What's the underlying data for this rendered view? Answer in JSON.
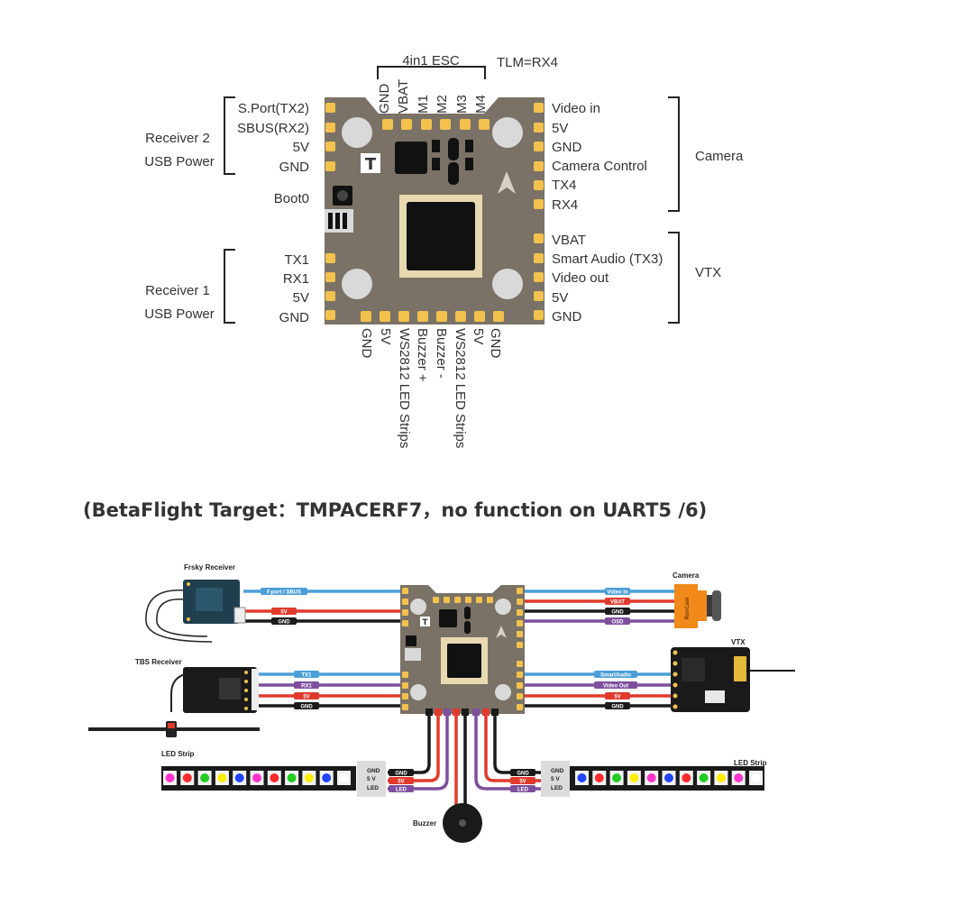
{
  "top_diagram": {
    "esc_group": "4in1 ESC",
    "tlm": "TLM=RX4",
    "top_pins": [
      "GND",
      "VBAT",
      "M1",
      "M2",
      "M3",
      "M4"
    ],
    "left_pins": [
      "S.Port(TX2)",
      "SBUS(RX2)",
      "5V",
      "GND",
      "Boot0",
      "TX1",
      "RX1",
      "5V",
      "GND"
    ],
    "receiver2": [
      "Receiver 2",
      "USB Power"
    ],
    "receiver1": [
      "Receiver 1",
      "USB Power"
    ],
    "right_pins": [
      "Video in",
      "5V",
      "GND",
      "Camera Control",
      "TX4",
      "RX4",
      "VBAT",
      "Smart Audio (TX3)",
      "Video out",
      "5V",
      "GND"
    ],
    "camera_group": "Camera",
    "vtx_group": "VTX",
    "bottom_pins": [
      "GND",
      "5V",
      "Buzzer +",
      "Buzzer -",
      "WS2812 LED Strips",
      "5V",
      "GND"
    ],
    "bottom_pins_second": [
      "WS2812 LED Strips"
    ],
    "board_logo": "T"
  },
  "target_text": "(BetaFlight Target：TMPACERF7，no function on UART5 /6)",
  "wiring": {
    "frsky_receiver": "Frsky Receiver",
    "tbs_receiver": "TBS Receiver",
    "camera": "Camera",
    "camera_brand": "RunCam",
    "vtx": "VTX",
    "led_strip_left": "LED Strip",
    "led_strip_right": "LED Strip",
    "buzzer": "Buzzer",
    "frsky_tags": [
      "F.port / SBUS",
      "5V",
      "GND"
    ],
    "tbs_tags": [
      "TX1",
      "RX1",
      "5V",
      "GND"
    ],
    "camera_tags": [
      "Video In",
      "VBAT",
      "GND",
      "OSD"
    ],
    "vtx_tags": [
      "SmartAudio",
      "Video Out",
      "5V",
      "GND"
    ],
    "led_left_tags": [
      "GND",
      "5V",
      "LED"
    ],
    "led_right_tags": [
      "GND",
      "5V",
      "LED"
    ],
    "led_connector_labels": [
      "GND",
      "5 V",
      "LED"
    ],
    "led_left_colors": [
      "#ff33cc",
      "#ff2a2a",
      "#22cc22",
      "#ffee00",
      "#2244ff",
      "#ff33cc",
      "#ff2a2a",
      "#22cc22",
      "#ffee00",
      "#2244ff",
      "#ffffff"
    ],
    "led_right_colors": [
      "#2244ff",
      "#ff2a2a",
      "#22cc22",
      "#ffee00",
      "#ff33cc",
      "#2244ff",
      "#ff2a2a",
      "#22cc22",
      "#ffee00",
      "#ff33cc",
      "#ffffff"
    ],
    "colors": {
      "blue_wire": "#4a9ed9",
      "red_wire": "#e03a2c",
      "black_wire": "#1a1a1a",
      "purple_wire": "#7d4f9e",
      "board": "#7a7266",
      "pad": "#f2c14e"
    }
  }
}
